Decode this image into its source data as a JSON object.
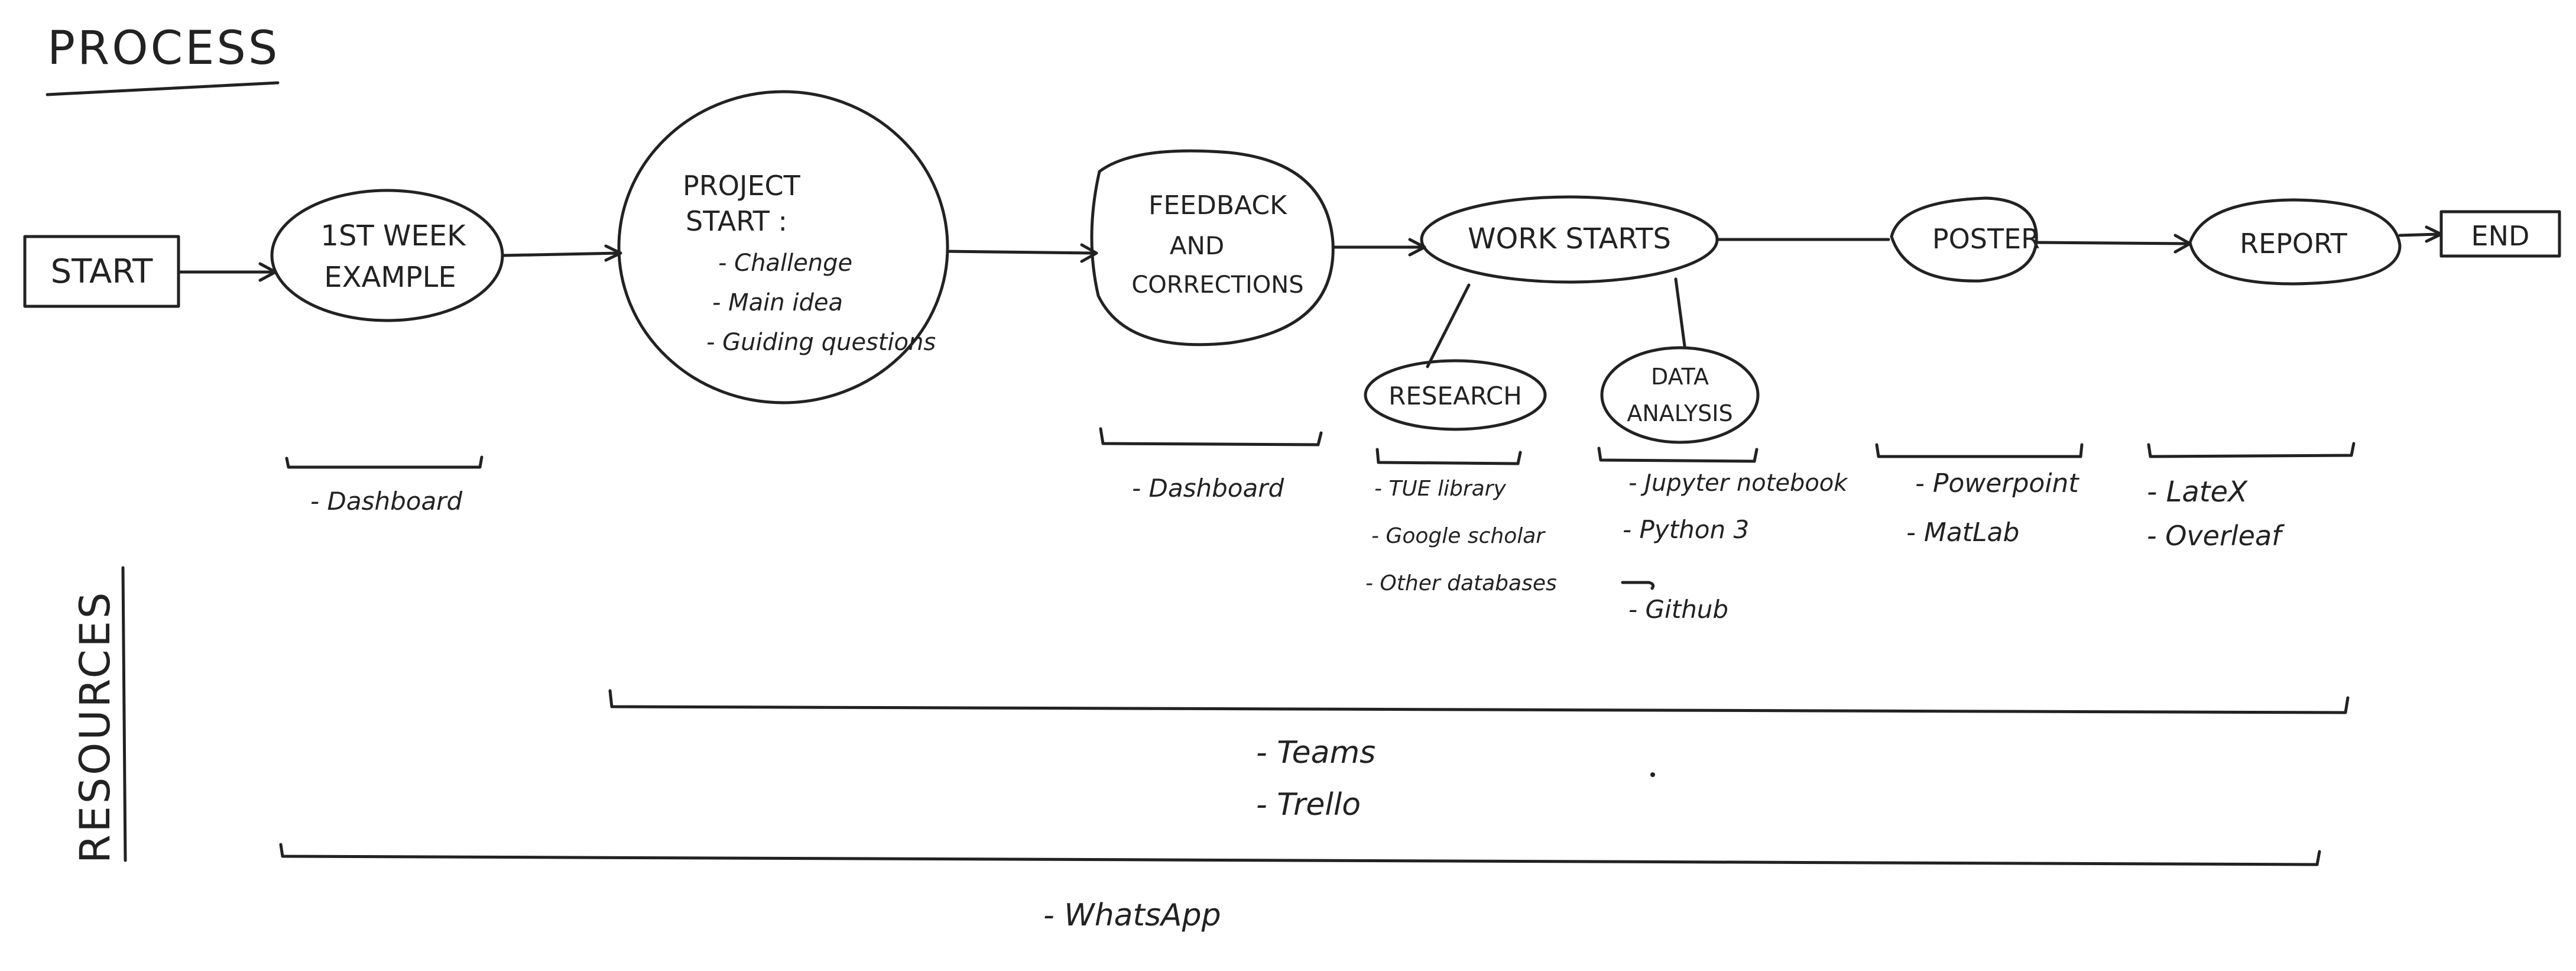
{
  "diagram": {
    "process_heading": "PROCESS",
    "resources_heading": "RESOURCES",
    "nodes": {
      "start": "START",
      "first_week": [
        "1ST WEEK",
        "EXAMPLE"
      ],
      "project_start": {
        "title": [
          "PROJECT",
          "START :"
        ],
        "items": [
          "- Challenge",
          "- Main idea",
          "- Guiding questions"
        ]
      },
      "feedback": [
        "FEEDBACK",
        "AND",
        "CORRECTIONS"
      ],
      "work_starts": "WORK STARTS",
      "research": "RESEARCH",
      "data_analysis": [
        "DATA",
        "ANALYSIS"
      ],
      "poster": "POSTER",
      "report": "REPORT",
      "end": "END"
    },
    "resources": {
      "first_week": [
        "- Dashboard"
      ],
      "feedback": [
        "- Dashboard"
      ],
      "research": [
        "- TUE library",
        "- Google scholar",
        "- Other databases"
      ],
      "data_analysis": [
        "- Jupyter notebook",
        "- Python 3",
        "- Github"
      ],
      "poster": [
        "- Powerpoint",
        "- MatLab"
      ],
      "report": [
        "- LateX",
        "- Overleaf"
      ],
      "project_span": [
        "- Teams",
        "- Trello"
      ],
      "whole_span": [
        "- WhatsApp"
      ]
    }
  }
}
